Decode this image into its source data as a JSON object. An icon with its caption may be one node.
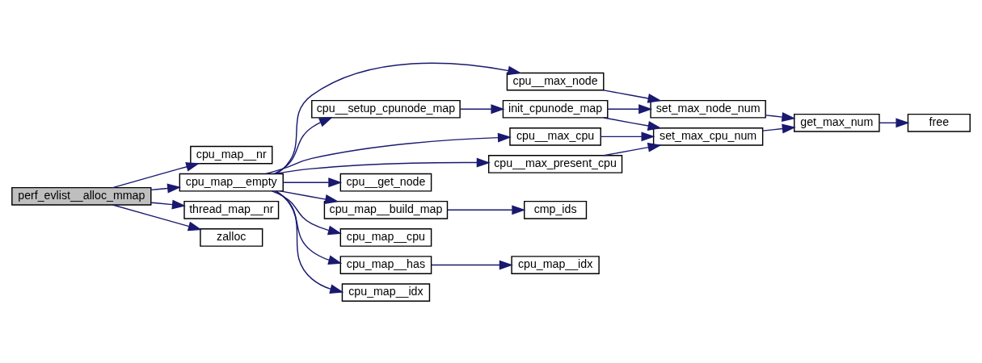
{
  "diagram": {
    "nodes": [
      {
        "text": [
          "perf_evlist__alloc_mmap"
        ]
      },
      {
        "text": [
          "cpu_map__nr"
        ]
      },
      {
        "text": [
          "cpu_map__empty"
        ]
      },
      {
        "text": [
          "thread_map__nr"
        ]
      },
      {
        "text": [
          "zalloc"
        ]
      },
      {
        "text": [
          "cpu__max_node"
        ]
      },
      {
        "text": [
          "cpu__setup_cpunode_map"
        ]
      },
      {
        "text": [
          "cpu__max_cpu"
        ]
      },
      {
        "text": [
          "cpu__max_present_cpu"
        ]
      },
      {
        "text": [
          "cpu__get_node"
        ]
      },
      {
        "text": [
          "cpu_map__build_map"
        ]
      },
      {
        "text": [
          "cpu_map__cpu"
        ]
      },
      {
        "text": [
          "cpu_map__has"
        ]
      },
      {
        "text": [
          "cpu_map__idx"
        ]
      },
      {
        "text": [
          "init_cpunode_map"
        ]
      },
      {
        "text": [
          "cmp_ids"
        ]
      },
      {
        "text": [
          "cpu_map__idx"
        ]
      },
      {
        "text": [
          "set_max_node_num"
        ]
      },
      {
        "text": [
          "set_max_cpu_num"
        ]
      },
      {
        "text": [
          "get_max_num"
        ]
      },
      {
        "text": [
          "free"
        ]
      }
    ],
    "edges": [
      {
        "from": 0,
        "to": 1,
        "arrow": "to"
      },
      {
        "from": 0,
        "to": 2,
        "arrow": "to"
      },
      {
        "from": 0,
        "to": 3,
        "arrow": "to"
      },
      {
        "from": 0,
        "to": 4,
        "arrow": "to"
      },
      {
        "from": 2,
        "to": 5,
        "arrow": "to"
      },
      {
        "from": 2,
        "to": 6,
        "arrow": "to"
      },
      {
        "from": 2,
        "to": 7,
        "arrow": "to"
      },
      {
        "from": 2,
        "to": 8,
        "arrow": "to"
      },
      {
        "from": 2,
        "to": 9,
        "arrow": "to"
      },
      {
        "from": 2,
        "to": 10,
        "arrow": "to"
      },
      {
        "from": 2,
        "to": 11,
        "arrow": "to"
      },
      {
        "from": 2,
        "to": 12,
        "arrow": "to"
      },
      {
        "from": 2,
        "to": 13,
        "arrow": "to"
      },
      {
        "from": 5,
        "to": 17,
        "arrow": "to"
      },
      {
        "from": 6,
        "to": 14,
        "arrow": "to"
      },
      {
        "from": 14,
        "to": 17,
        "arrow": "to"
      },
      {
        "from": 14,
        "to": 18,
        "arrow": "to"
      },
      {
        "from": 7,
        "to": 18,
        "arrow": "to"
      },
      {
        "from": 8,
        "to": 18,
        "arrow": "to"
      },
      {
        "from": 17,
        "to": 19,
        "arrow": "to"
      },
      {
        "from": 18,
        "to": 19,
        "arrow": "to"
      },
      {
        "from": 19,
        "to": 20,
        "arrow": "to"
      },
      {
        "from": 10,
        "to": 15,
        "arrow": "to"
      },
      {
        "from": 12,
        "to": 16,
        "arrow": "to"
      }
    ]
  }
}
